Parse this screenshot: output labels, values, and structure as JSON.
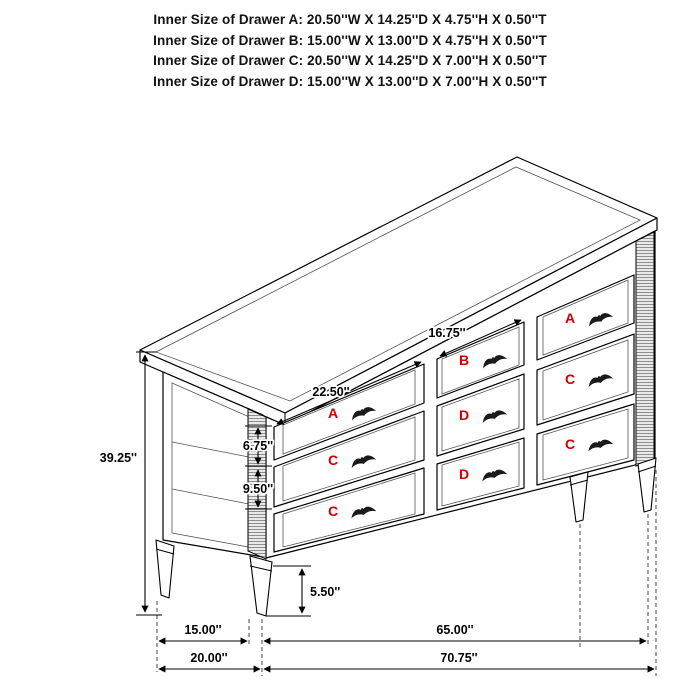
{
  "header": {
    "lines": [
      "Inner Size of Drawer A: 20.50''W X 14.25''D X 4.75''H X 0.50''T",
      "Inner Size of Drawer B: 15.00''W X 13.00''D X 4.75''H X 0.50''T",
      "Inner Size of Drawer C: 20.50''W X 14.25''D X 7.00''H X 0.50''T",
      "Inner Size of Drawer D: 15.00''W X 13.00''D X 7.00''H X 0.50''T"
    ]
  },
  "drawer_labels": {
    "c1r1": "A",
    "c1r2": "C",
    "c1r3": "C",
    "c2r1": "B",
    "c2r2": "D",
    "c2r3": "D",
    "c3r1": "A",
    "c3r2": "C",
    "c3r3": "C"
  },
  "dimensions": {
    "left_drawer_width": "22.50''",
    "middle_drawer_width": "16.75''",
    "top_drawer_height": "6.75''",
    "lower_drawer_height": "9.50''",
    "overall_height": "39.25''",
    "leg_height": "5.50''",
    "leg_span_depth": "15.00''",
    "leg_span_width": "65.00''",
    "overall_depth": "20.00''",
    "overall_width": "70.75''"
  },
  "colors": {
    "label_red": "#cc0000",
    "line": "#000000"
  }
}
